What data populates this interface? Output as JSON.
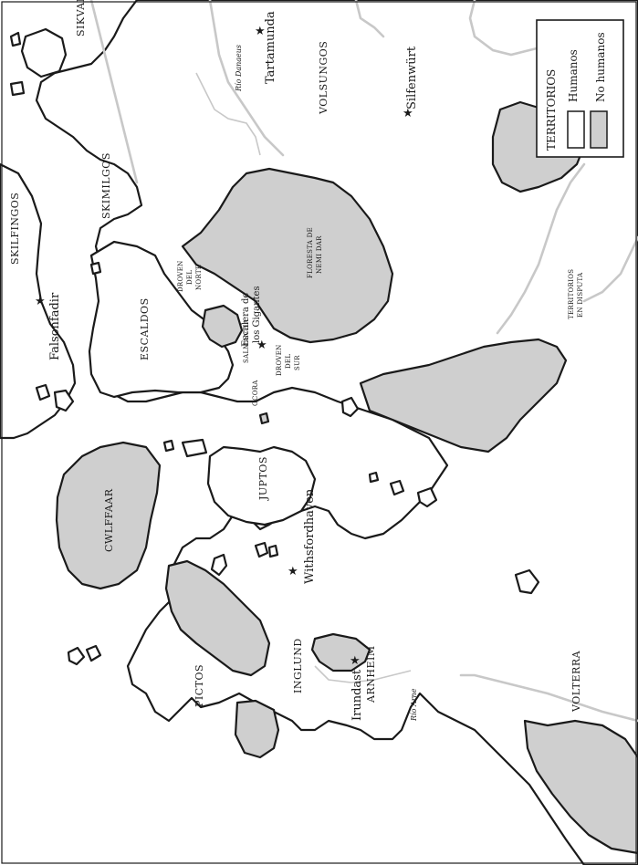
{
  "legend": {
    "title": "TERRITORIOS",
    "items": [
      {
        "label": "Humanos",
        "color": "#ffffff"
      },
      {
        "label": "No humanos",
        "color": "#cfcfcf"
      }
    ]
  },
  "regions": {
    "sikvardos": "SIKVARDÖS",
    "volsungos": "VOLSUNGOS",
    "skimilgos": "SKIMILGOS",
    "skilfingos": "SKILFINGOS",
    "escaldos": "ESCALDOS",
    "cwlffaar": "CWLFFAAR",
    "juptos": "JUPTOS",
    "pictos": "PICTOS",
    "inglund": "INGLUND",
    "arnheim": "ARNHEIM",
    "volterra": "VOLTERRA"
  },
  "small_labels": {
    "floresta_1": "FLORESTA DE",
    "floresta_2": "NEMI DAR",
    "droven_norte_1": "DROVEN",
    "droven_norte_2": "DEL",
    "droven_norte_3": "NORTE",
    "droven_sur_1": "DROVEN",
    "droven_sur_2": "DEL",
    "droven_sur_3": "SUR",
    "territorios_1": "TERRITORIOS",
    "territorios_2": "EN DISPUTA",
    "ocora": "OCORA",
    "salmantia": "SALMANTIA"
  },
  "cities": {
    "tartamunda": "Tartamunda",
    "silfenwurt": "Silfenwürt",
    "falsonfadir": "Falsonfadir",
    "escalera_1": "Escalera de",
    "escalera_2": "los Gigantes",
    "withsfordhaven": "Withsfordhaven",
    "irundast": "Irundast"
  },
  "rivers": {
    "danaeus": "Río Danaeus",
    "arne": "Río Arne"
  }
}
